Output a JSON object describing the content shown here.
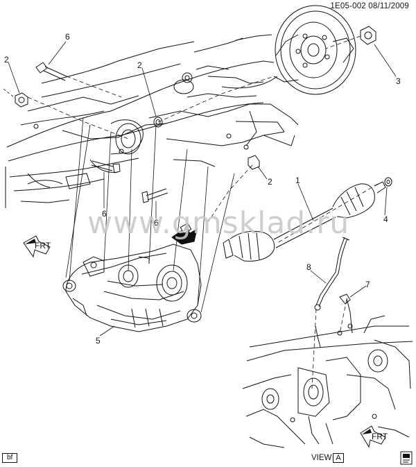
{
  "header": {
    "ref": "1E05-002",
    "date": "08/11/2009"
  },
  "watermark": "www.gmsklad.ru",
  "callouts": {
    "c1": "1",
    "c2a": "2",
    "c2b": "2",
    "c2c": "2",
    "c3": "3",
    "c4": "4",
    "c5": "5",
    "c6a": "6",
    "c6b": "6",
    "c6c": "6",
    "c7": "7",
    "c8": "8"
  },
  "arrows": {
    "front_label": "FRT",
    "view_marker": "A"
  },
  "view": {
    "prefix": "VIEW",
    "letter": "A"
  },
  "footer": {
    "code": "bf"
  }
}
